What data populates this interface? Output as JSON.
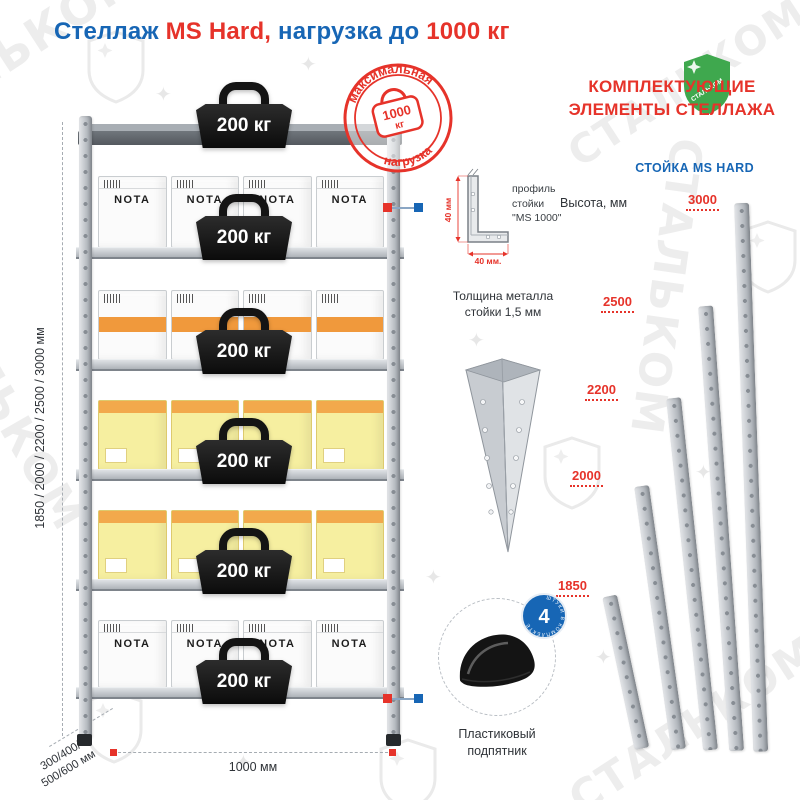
{
  "title": {
    "t1": "Стеллаж ",
    "t2": "MS Hard,",
    "t3": " нагрузка до ",
    "t4": "1000 кг"
  },
  "watermark": {
    "brand": "СТАЛЬКОМ"
  },
  "rack": {
    "badge_label": "200 кг",
    "box_brand": "NOTA",
    "shelves": [
      {
        "type": "nota"
      },
      {
        "type": "orange"
      },
      {
        "type": "yellow"
      },
      {
        "type": "yellow"
      },
      {
        "type": "nota"
      }
    ],
    "stamp": {
      "arc_top": "максимальная",
      "arc_bottom": "нагрузка",
      "value_line1": "1000",
      "value_line2": "кг"
    },
    "dims": {
      "height": "1850 / 2000 / 2200 / 2500 / 3000 мм",
      "depth_line1": "300/400/",
      "depth_line2": "500/600 мм",
      "width": "1000 мм"
    }
  },
  "profile": {
    "label_line1": "профиль",
    "label_line2": "стойки",
    "label_line3": "\"MS 1000\"",
    "dim_vertical": "40 мм",
    "dim_horizontal": "40 мм.",
    "thickness_line1": "Толщина металла",
    "thickness_line2": "стойки 1,5 мм"
  },
  "foot": {
    "badge_number": "4",
    "badge_ring_text": "ШТУКИ В КОМПЛЕКТЕ",
    "caption_line1": "Пластиковый",
    "caption_line2": "подпятник"
  },
  "components": {
    "header_line1": "КОМПЛЕКТУЮЩИЕ",
    "header_line2": "ЭЛЕМЕНТЫ СТЕЛЛАЖА",
    "subheader": "СТОЙКА MS HARD",
    "height_label": "Высота, мм",
    "posts": [
      {
        "label": "1850"
      },
      {
        "label": "2000"
      },
      {
        "label": "2200"
      },
      {
        "label": "2500"
      },
      {
        "label": "3000"
      }
    ]
  },
  "colors": {
    "blue": "#1766b5",
    "red": "#e6332a",
    "green": "#3fa84e"
  }
}
